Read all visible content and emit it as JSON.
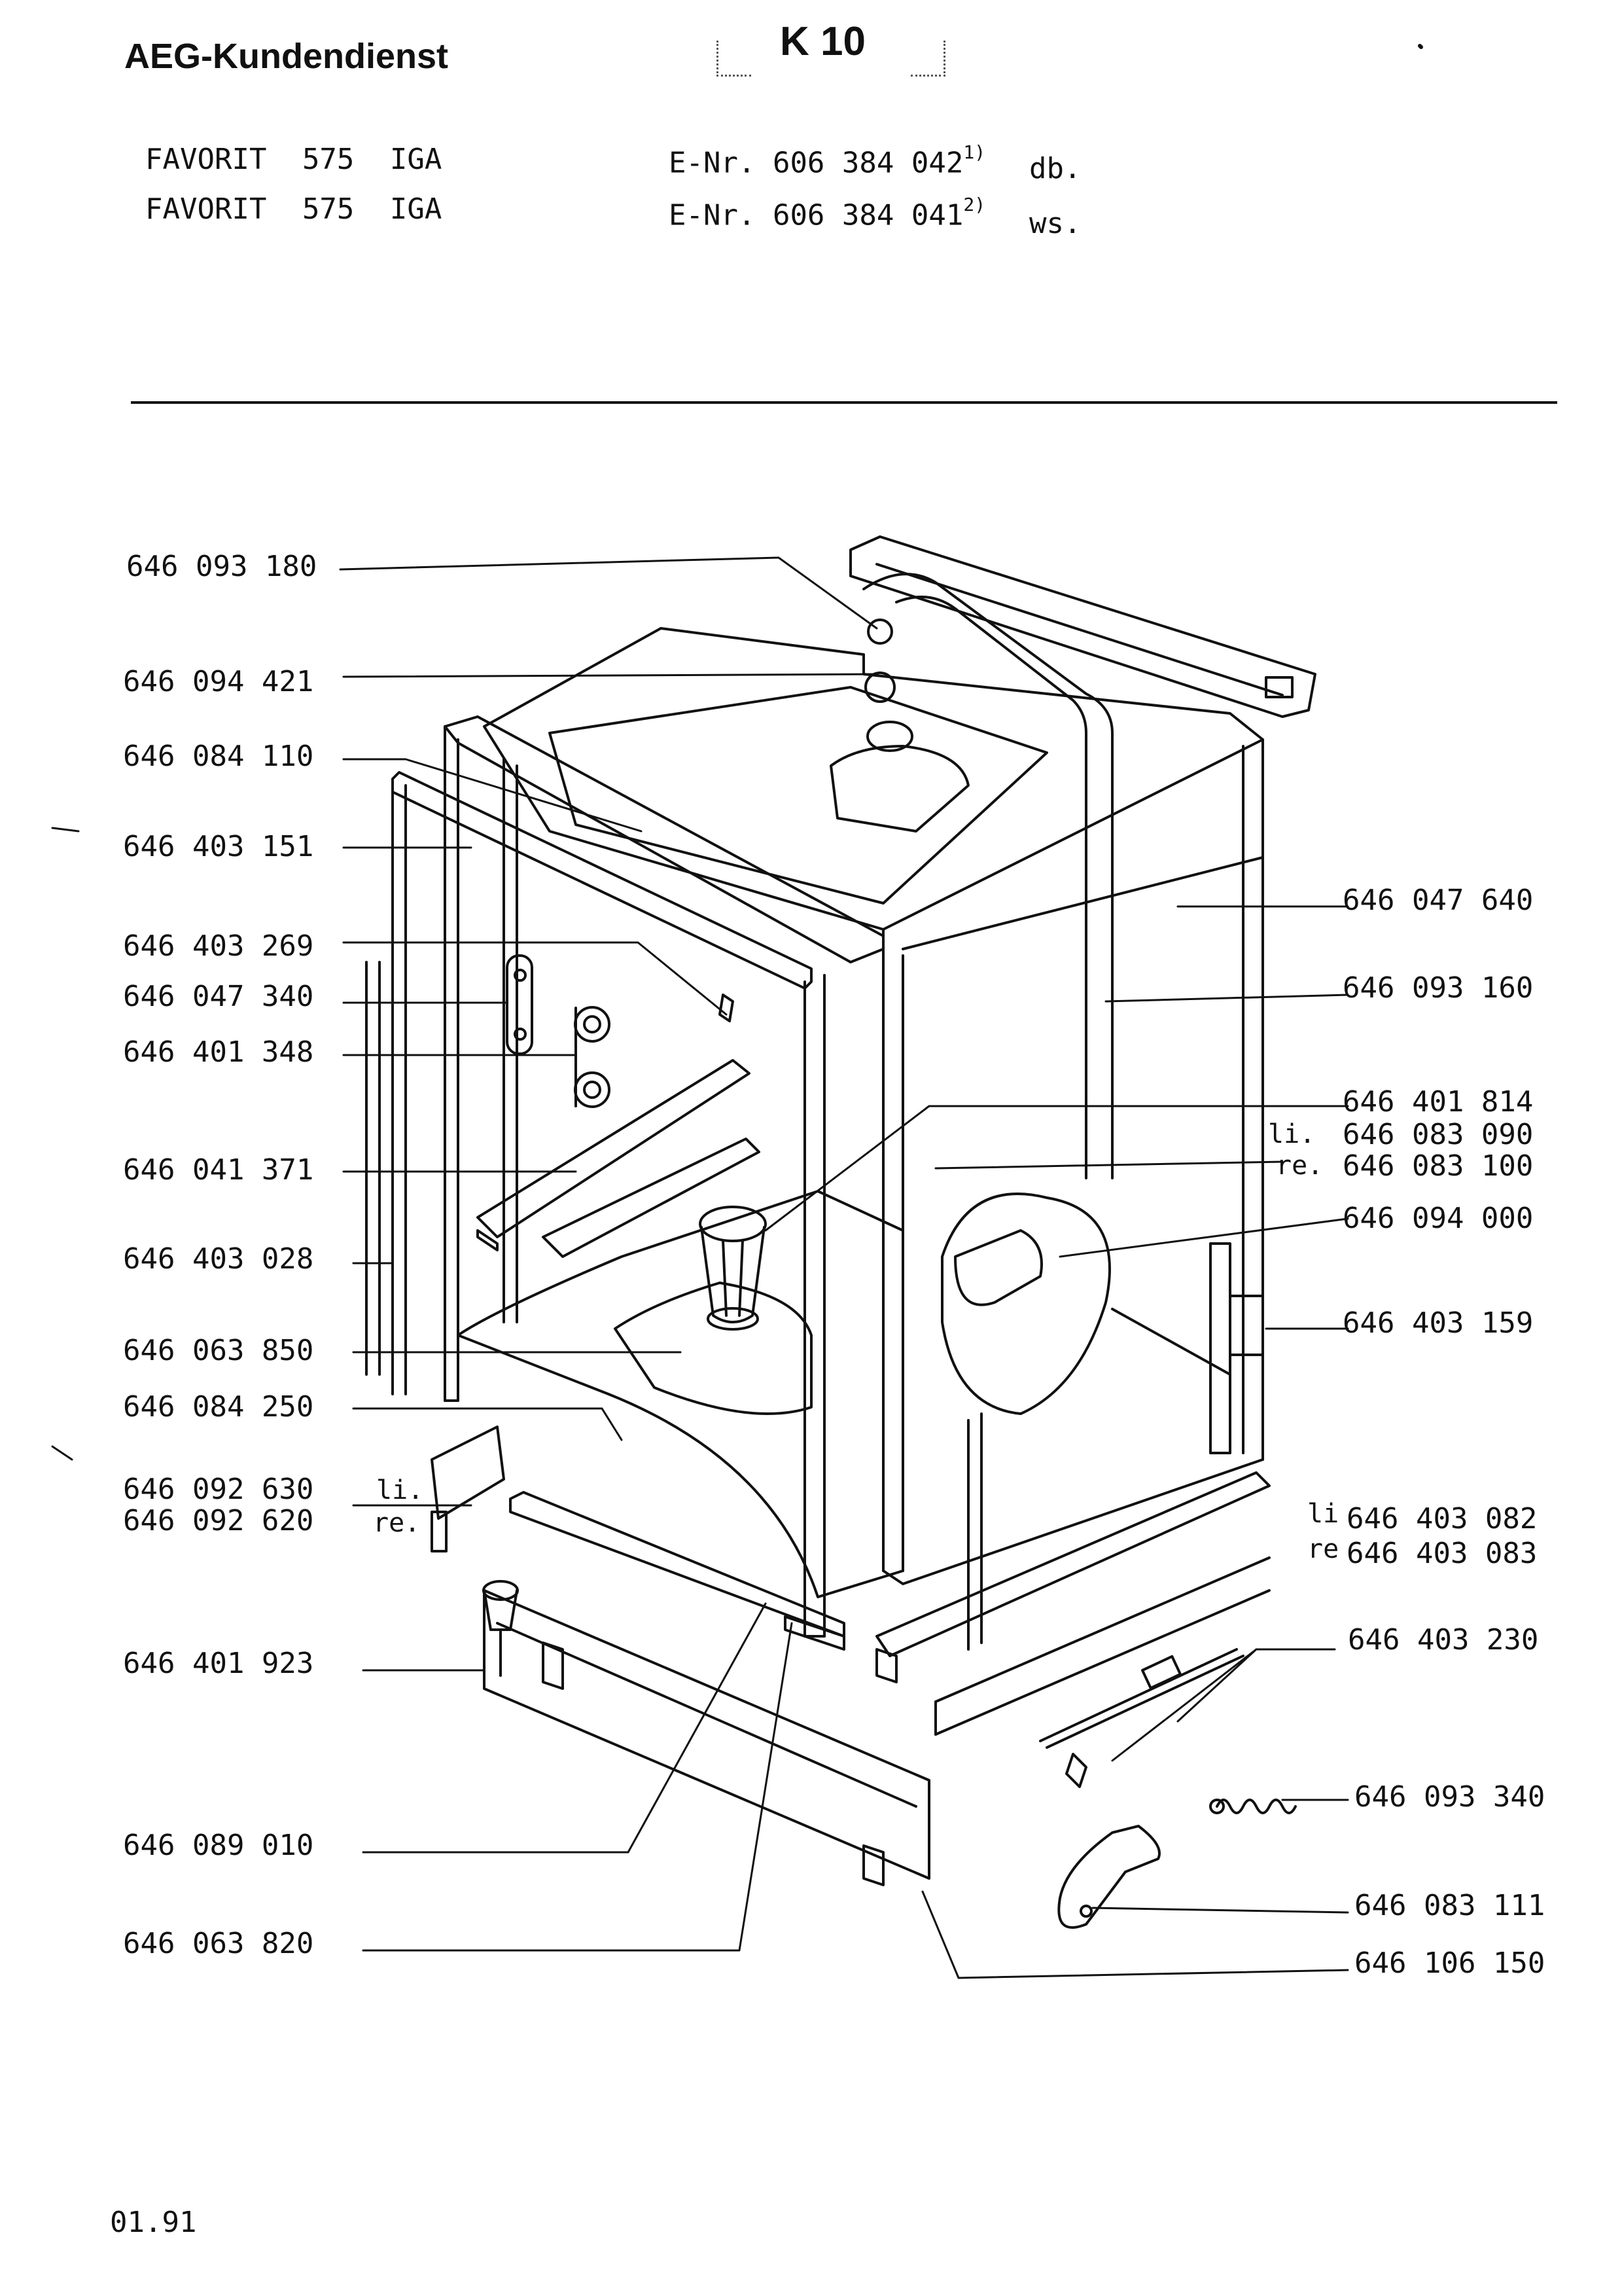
{
  "header": {
    "brand": "AEG-Kundendienst",
    "sheet_code": "K 10"
  },
  "models": [
    {
      "name": "FAVORIT",
      "number": "575",
      "type": "IGA",
      "enr_label": "E-Nr.",
      "enr": "606 384 042",
      "note": "1)",
      "color": "db."
    },
    {
      "name": "FAVORIT",
      "number": "575",
      "type": "IGA",
      "enr_label": "E-Nr.",
      "enr": "606 384 041",
      "note": "2)",
      "color": "ws."
    }
  ],
  "left_parts": [
    "646 093 180",
    "646 094 421",
    "646 084 110",
    "646 403 151",
    "646 403 269",
    "646 047 340",
    "646 401 348",
    "646 041 371",
    "646 403 028",
    "646 063 850",
    "646 084 250",
    "646 092 630",
    "646 092 620",
    "646 401 923",
    "646 089 010",
    "646 063 820"
  ],
  "left_sides": {
    "li": "li.",
    "re": "re."
  },
  "right_parts": [
    "646 047 640",
    "646 093 160",
    "646 401 814",
    "646 083 090",
    "646 083 100",
    "646 094 000",
    "646 403 159",
    "646 403 082",
    "646 403 083",
    "646 403 230",
    "646 093 340",
    "646 083 111",
    "646 106 150"
  ],
  "right_sides": {
    "li_a": "li.",
    "re_a": "re.",
    "li_b": "li",
    "re_b": "re"
  },
  "footer": {
    "date": "01.91"
  }
}
